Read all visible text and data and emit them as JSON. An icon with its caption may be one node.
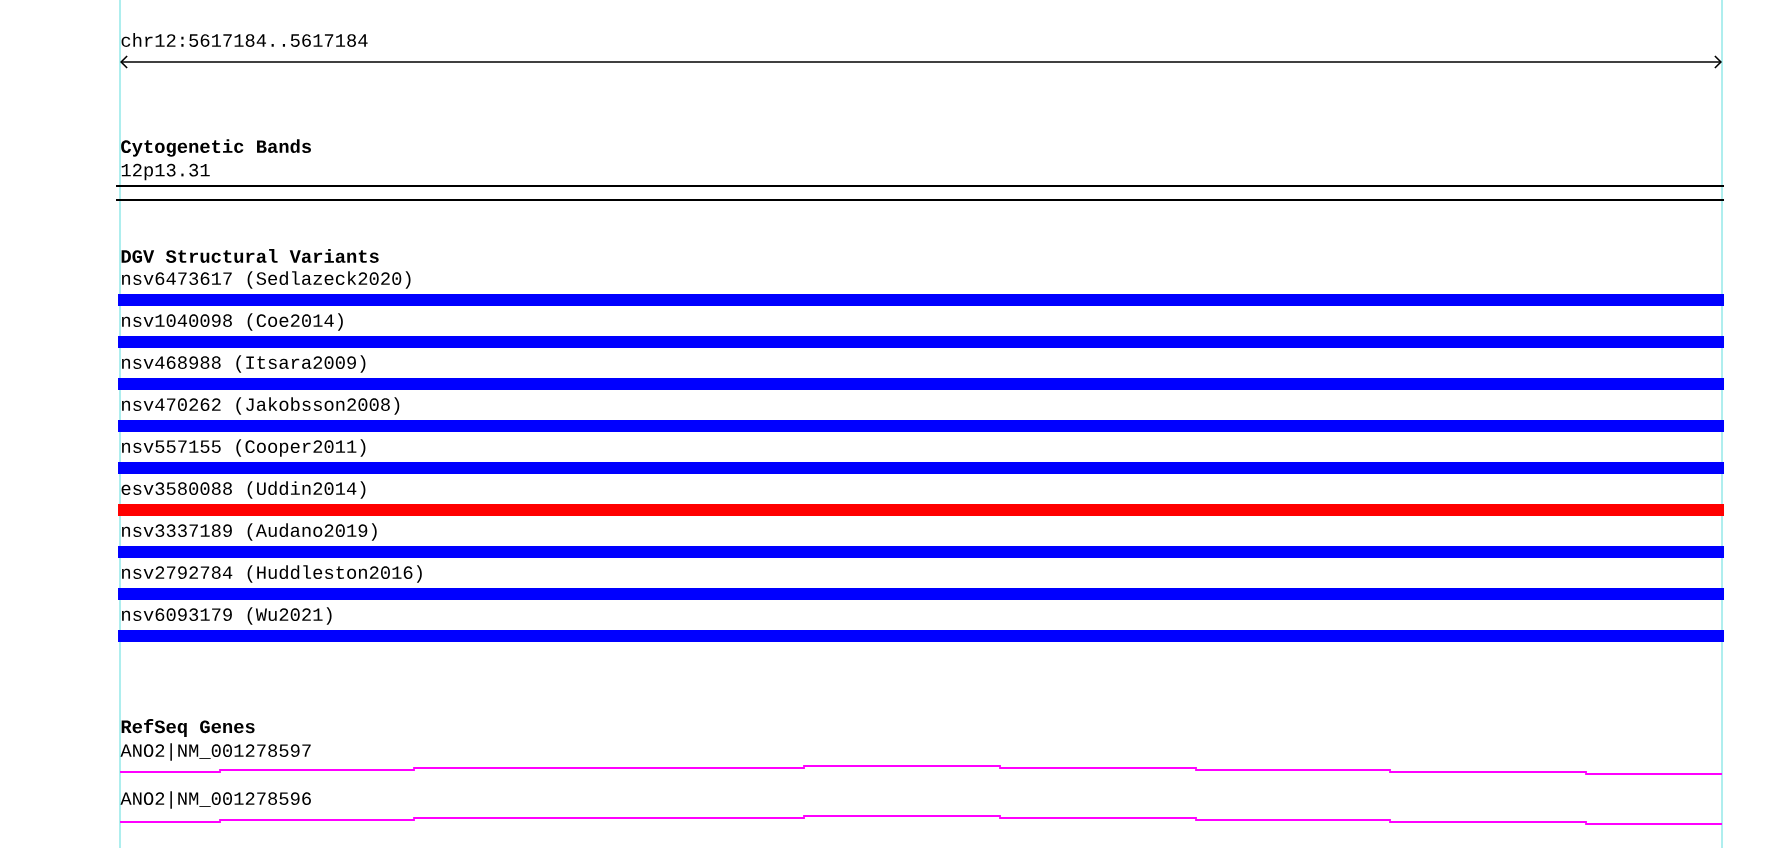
{
  "diagram": {
    "nodes": [
      {
        "text": [
          "12p13.31"
        ]
      },
      {
        "text": [
          "nsv6473617 (Sedlazeck2020)"
        ]
      },
      {
        "text": [
          "nsv1040098 (Coe2014)"
        ]
      },
      {
        "text": [
          "nsv468988 (Itsara2009)"
        ]
      },
      {
        "text": [
          "nsv470262 (Jakobsson2008)"
        ]
      },
      {
        "text": [
          "nsv557155 (Cooper2011)"
        ]
      },
      {
        "text": [
          "esv3580088 (Uddin2014)"
        ]
      },
      {
        "text": [
          "nsv3337189 (Audano2019)"
        ]
      },
      {
        "text": [
          "nsv2792784 (Huddleston2016)"
        ]
      },
      {
        "text": [
          "nsv6093179 (Wu2021)"
        ]
      },
      {
        "text": [
          "ANO2|NM_001278597"
        ]
      },
      {
        "text": [
          "ANO2|NM_001278596"
        ]
      }
    ],
    "labels": [
      "chr12:5617184..5617184",
      "Cytogenetic Bands",
      "DGV Structural Variants",
      "RefSeq Genes"
    ]
  }
}
